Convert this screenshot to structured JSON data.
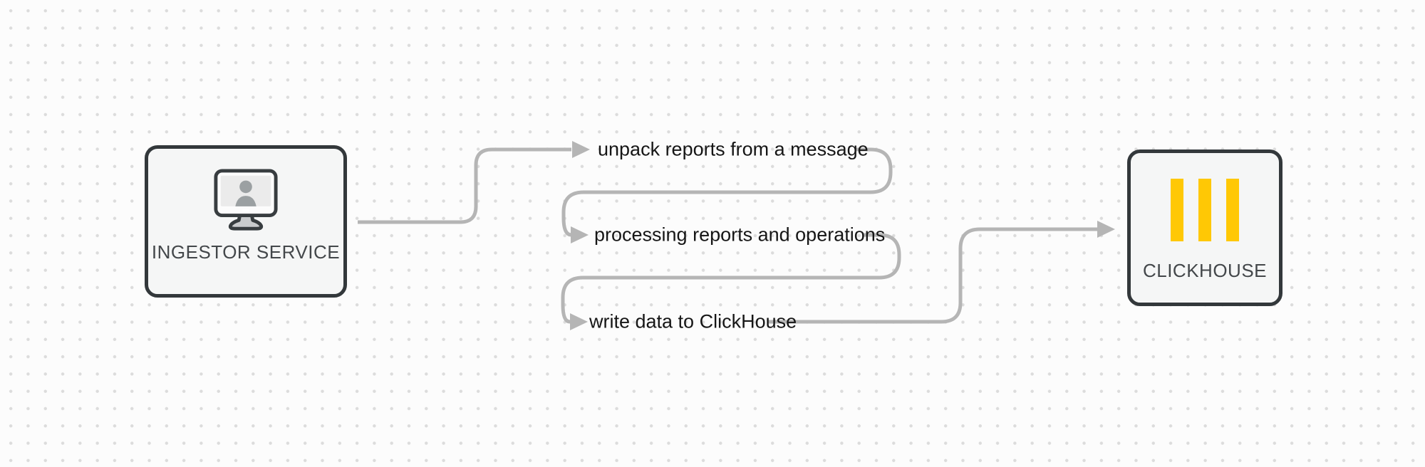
{
  "diagram": {
    "nodes": [
      {
        "id": "ingestor-service",
        "label": "INGESTOR SERVICE",
        "icon": "monitor-user-icon"
      },
      {
        "id": "clickhouse",
        "label": "CLICKHOUSE",
        "icon": "clickhouse-logo-icon"
      }
    ],
    "steps": [
      {
        "label": "unpack reports from a message"
      },
      {
        "label": "processing reports and operations"
      },
      {
        "label": "write data to ClickHouse"
      }
    ],
    "flow": "ingestor-service -> unpack reports from a message -> processing reports and operations -> write data to ClickHouse -> clickhouse"
  },
  "colors": {
    "canvas_bg": "#fcfcfc",
    "dot_color": "#dcdcdc",
    "connector": "#b5b5b5",
    "node_fill": "#f5f6f6",
    "node_border": "#33383b",
    "node_label_text": "#43474a",
    "label_text": "#161616",
    "logo_yellow": "#ffc805"
  }
}
